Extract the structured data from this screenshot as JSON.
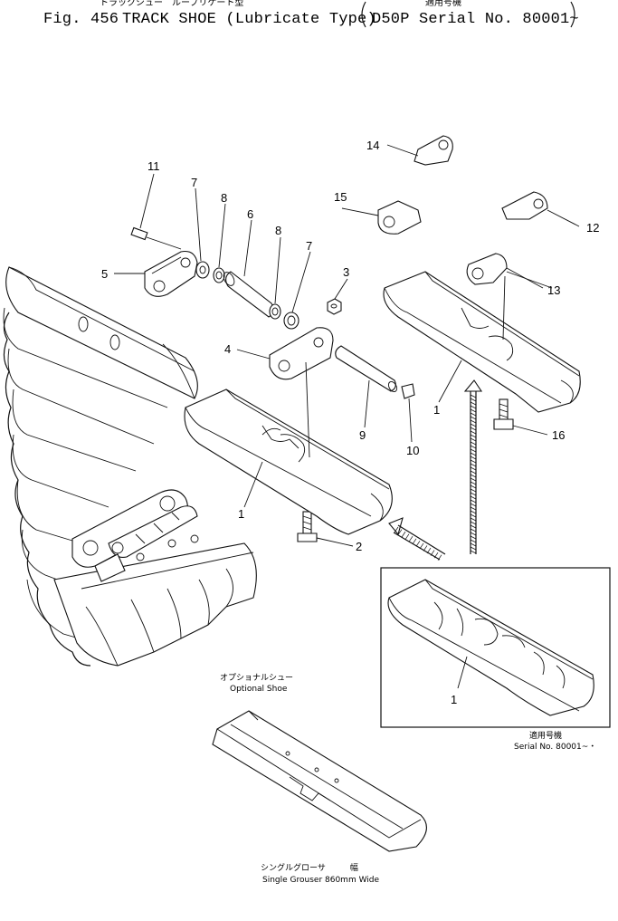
{
  "header": {
    "fig_label": "Fig. 456",
    "title": "TRACK SHOE (Lubricate Type)",
    "title_jp": "トラックシュー　ループリケート型",
    "applicability_jp": "適用号機",
    "applicability": "D50P Serial No. 80001~"
  },
  "callouts": [
    {
      "id": "c11",
      "text": "11"
    },
    {
      "id": "c7a",
      "text": "7"
    },
    {
      "id": "c8a",
      "text": "8"
    },
    {
      "id": "c6",
      "text": "6"
    },
    {
      "id": "c8b",
      "text": "8"
    },
    {
      "id": "c7b",
      "text": "7"
    },
    {
      "id": "c5",
      "text": "5"
    },
    {
      "id": "c3",
      "text": "3"
    },
    {
      "id": "c4",
      "text": "4"
    },
    {
      "id": "c9",
      "text": "9"
    },
    {
      "id": "c10",
      "text": "10"
    },
    {
      "id": "c1a",
      "text": "1"
    },
    {
      "id": "c2",
      "text": "2"
    },
    {
      "id": "c14",
      "text": "14"
    },
    {
      "id": "c15",
      "text": "15"
    },
    {
      "id": "c12",
      "text": "12"
    },
    {
      "id": "c13",
      "text": "13"
    },
    {
      "id": "c1b",
      "text": "1"
    },
    {
      "id": "c16",
      "text": "16"
    },
    {
      "id": "c1c",
      "text": "1"
    }
  ],
  "optional": {
    "label_jp": "オプショナルシュー",
    "label": "Optional Shoe"
  },
  "inset": {
    "label_jp": "適用号機",
    "serial": "Serial No.  80001~・"
  },
  "grouser": {
    "label_jp": "シングルグローサ　　　幅",
    "label": "Single Grouser 860mm Wide"
  }
}
